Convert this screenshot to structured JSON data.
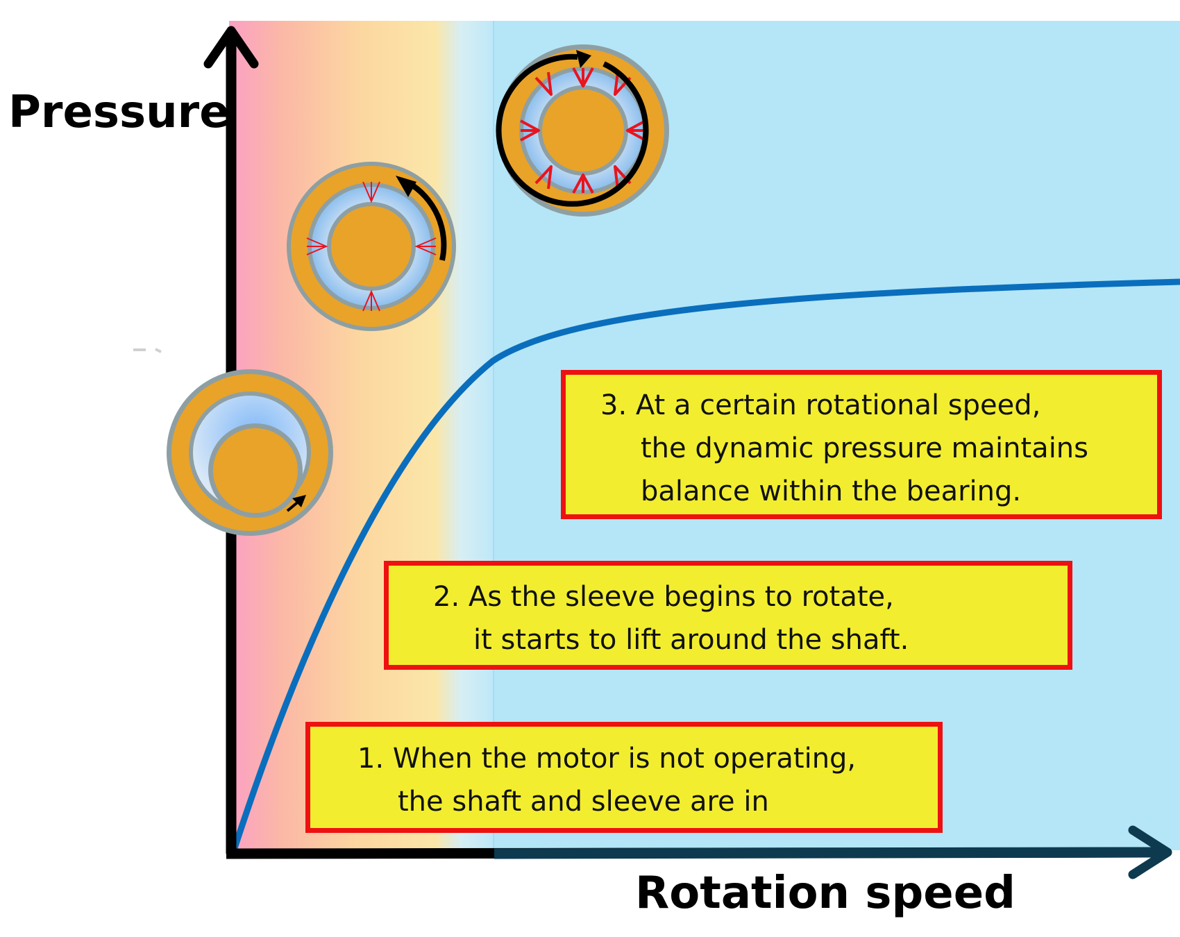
{
  "axes": {
    "y_label": "Pressure",
    "x_label": "Rotation speed"
  },
  "stages": [
    {
      "id": 1,
      "lines": [
        "1. When the motor is not operating,",
        "the shaft and sleeve are in"
      ],
      "bearing_state": "stationary, shaft resting in contact with sleeve",
      "rotation_arrow": "short"
    },
    {
      "id": 2,
      "lines": [
        "2. As the sleeve begins to rotate,",
        "it starts to lift around the shaft."
      ],
      "bearing_state": "shaft centering, light pressure arrows",
      "rotation_arrow": "partial"
    },
    {
      "id": 3,
      "lines": [
        "3. At a certain rotational speed,",
        "the dynamic pressure maintains",
        "balance within the bearing."
      ],
      "bearing_state": "shaft centered, full pressure arrows",
      "rotation_arrow": "full"
    }
  ],
  "colors": {
    "curve": "#0a6ebd",
    "callout_fill": "#f2ee2f",
    "callout_border": "#ee1111",
    "pressure_arrows": "#e8141e",
    "bearing_metal": "#e9a328",
    "bearing_ring": "#8e9fa3",
    "fluid_film": "#9cc8f2",
    "background_right": "#b4e6f7"
  },
  "icons": [
    "bearing-stationary-icon",
    "bearing-lifting-icon",
    "bearing-balanced-icon"
  ]
}
